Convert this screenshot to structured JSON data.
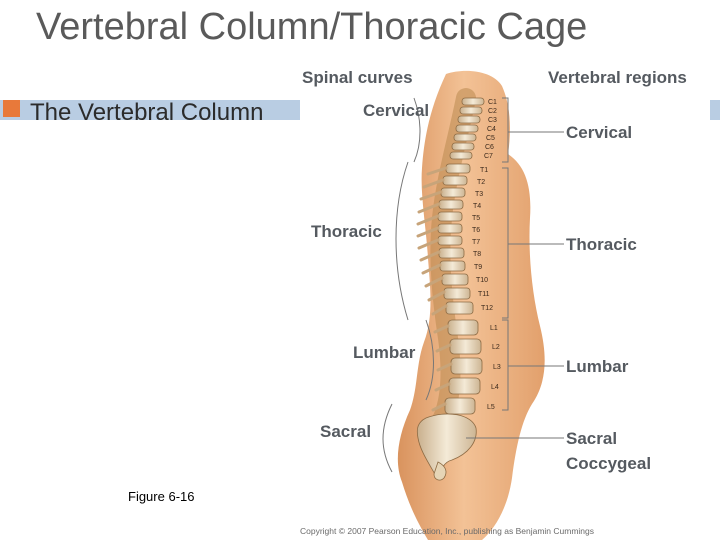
{
  "slide": {
    "title": "Vertebral Column/Thoracic Cage",
    "bullet": "The Vertebral Column",
    "figure_caption": "Figure 6-16"
  },
  "diagram": {
    "left_heading": "Spinal curves",
    "right_heading": "Vertebral regions",
    "curves": {
      "cervical": "Cervical",
      "thoracic": "Thoracic",
      "lumbar": "Lumbar",
      "sacral": "Sacral"
    },
    "regions": {
      "cervical": "Cervical",
      "thoracic": "Thoracic",
      "lumbar": "Lumbar",
      "sacral": "Sacral",
      "coccygeal": "Coccygeal"
    },
    "vertebra_labels": {
      "c1": "C1",
      "c2": "C2",
      "c3": "C3",
      "c4": "C4",
      "c5": "C5",
      "c6": "C6",
      "c7": "C7",
      "t1": "T1",
      "t2": "T2",
      "t3": "T3",
      "t4": "T4",
      "t5": "T5",
      "t6": "T6",
      "t7": "T7",
      "t8": "T8",
      "t9": "T9",
      "t10": "T10",
      "t11": "T11",
      "t12": "T12",
      "l1": "L1",
      "l2": "L2",
      "l3": "L3",
      "l4": "L4",
      "l5": "L5"
    },
    "copyright": "Copyright © 2007 Pearson Education, Inc., publishing as Benjamin Cummings"
  },
  "colors": {
    "title_text": "#5a5a5a",
    "bullet_bar": "#b9cde3",
    "bullet_square": "#e8793a",
    "skin": "#e9ae7e",
    "bone": "#efe0c6",
    "label_gray": "#555a60"
  }
}
